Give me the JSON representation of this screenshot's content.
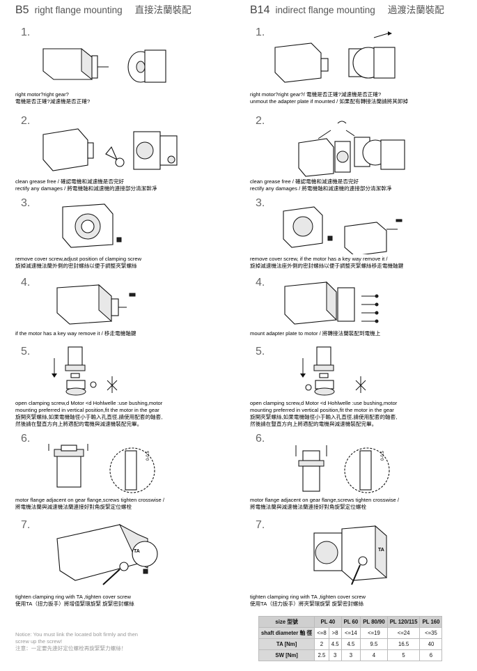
{
  "left": {
    "code": "B5",
    "title": "right flange mounting",
    "title_zh": "直接法蘭裝配",
    "steps": [
      {
        "num": "1.",
        "lines": [
          "right motor?right gear?",
          "電機是否正確?減速機是否正確?"
        ]
      },
      {
        "num": "2.",
        "lines": [
          "clean grease free / 確認電機和減速機是否完好",
          "rectify any damages / 將電機軸和減速機的連接部分清潔幹凈"
        ]
      },
      {
        "num": "3.",
        "lines": [
          "remove cover screw,adjust position of clamping screw",
          "旋掉減速機法蘭外側的密封螺絲以便于調整夾緊螺絲"
        ]
      },
      {
        "num": "4.",
        "lines": [
          "if the motor has a key way remove it / 移走電機軸鍵"
        ]
      },
      {
        "num": "5.",
        "lines": [
          "open clamping screw,d Motor <d Hohlwelle :use bushing,motor",
          "mounting preferred in vertical position,fit the motor in the gear",
          "旋開夾緊螺絲,如果電機軸徑小于輸入孔直徑,請使用配套的軸套,",
          "然後請在豎直方向上將適配的電機與減速機裝配完畢。"
        ]
      },
      {
        "num": "6.",
        "lines": [
          "motor flange adjacent on gear flange,screws tighten crosswise /",
          "將電機法蘭與減速機法蘭連接好對角旋緊定位螺栓"
        ]
      },
      {
        "num": "7.",
        "lines": [
          "tighten clamping ring with TA ,tighten cover screw",
          "使用TA（扭力扳手）將增值緊環旋緊 旋緊密封螺絲"
        ]
      }
    ],
    "notice": [
      "Notice: You must link the located bolt firmly and then",
      "screw up the screw!",
      "注意：一定要先連好定位螺栓再旋緊緊力螺絲！"
    ]
  },
  "right": {
    "code": "B14",
    "title": "indirect flange mounting",
    "title_zh": "過渡法蘭裝配",
    "steps": [
      {
        "num": "1.",
        "lines": [
          "right motor?right gear?/ 電機是否正確?減速機是否正確?",
          "unmout the adapter plate if mounted  / 如果配有轉接法蘭請將其卸掉"
        ]
      },
      {
        "num": "2.",
        "lines": [
          "clean grease free / 確認電機和減速機是否完好",
          "rectify any damages / 將電機軸和減速機的連接部分清潔幹凈"
        ]
      },
      {
        "num": "3.",
        "lines": [
          "remove cover screw, if the motor has a key way remove it /",
          "旋掉減速機法座外側的密封螺絲以便于調整夾緊螺絲移走電機軸鍵"
        ]
      },
      {
        "num": "4.",
        "lines": [
          "mount adapter plate to motor / 將轉接法蘭裝配到電機上"
        ]
      },
      {
        "num": "5.",
        "lines": [
          "open clamping screw,d Motor <d Hohlwelle :use bushing,motor",
          "mounting preferred in vertical position,fit the motor in the gear",
          "旋開夾緊螺絲,如果電機軸徑小于輸入孔直徑,請使用配套的軸套,",
          "然後請在豎直方向上將適配的電機與減速機裝配完畢。"
        ]
      },
      {
        "num": "6.",
        "lines": [
          "motor flange adjacent on gear flange,screws tighten crosswise /",
          "將電機法蘭與減速機法蘭連接好對角旋緊定位螺栓"
        ]
      },
      {
        "num": "7.",
        "lines": [
          "tighten clamping ring with TA ,tighten cover screw",
          "使用TA（扭力扳手）將夾緊環旋緊 旋緊密封螺絲"
        ]
      }
    ]
  },
  "illus_labels": {
    "torque": "TA",
    "dim": "0-0.5"
  },
  "table": {
    "header": [
      "size 型號",
      "PL 40",
      "PL 60",
      "PL 80/90",
      "PL 120/115",
      "PL 160"
    ],
    "rows": [
      {
        "label": "shaft diameter 軸 徑",
        "cells": [
          "<=8",
          ">8",
          "<=14",
          "<=19",
          "<=24",
          "<=35"
        ]
      },
      {
        "label": "TA  [Nm]",
        "cells": [
          "2",
          "4.5",
          "4.5",
          "9.5",
          "16.5",
          "40"
        ]
      },
      {
        "label": "SW  [Nm]",
        "cells": [
          "2.5",
          "3",
          "3",
          "4",
          "5",
          "6"
        ]
      }
    ]
  }
}
